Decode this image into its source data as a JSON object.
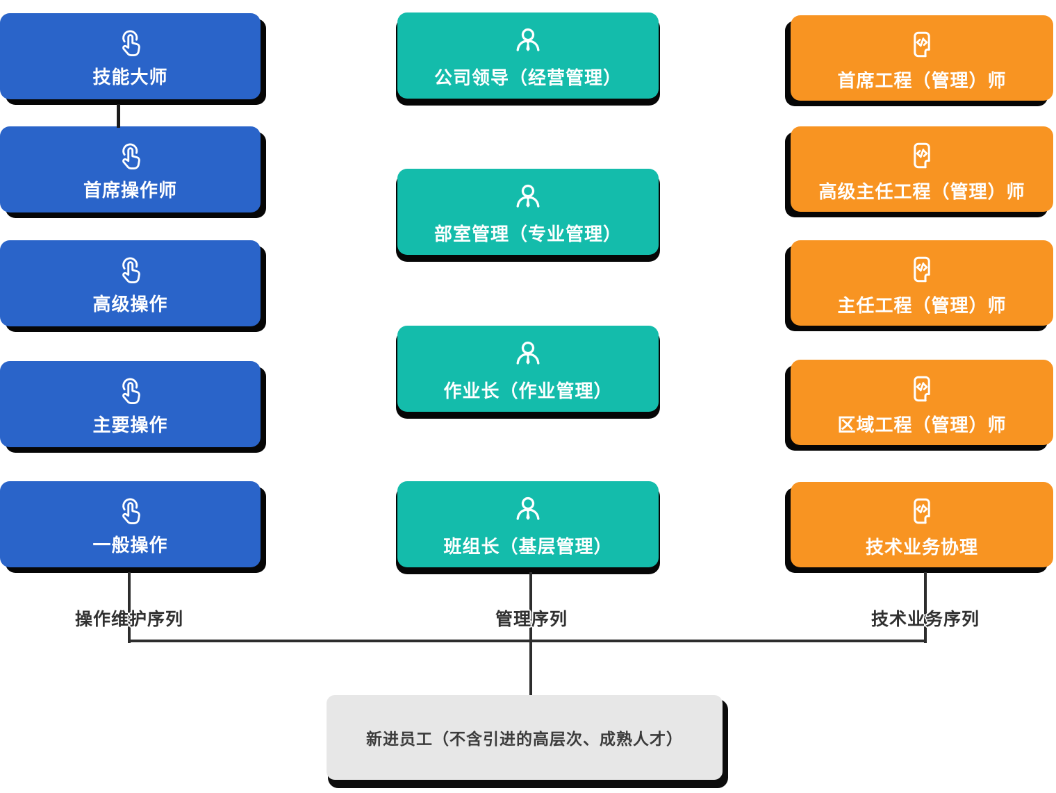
{
  "diagram": {
    "columns": [
      {
        "sequence_label": "操作维护序列",
        "icon": "tap-icon",
        "color": "#2A64C9",
        "boxes": [
          "技能大师",
          "首席操作师",
          "高级操作",
          "主要操作",
          "一般操作"
        ]
      },
      {
        "sequence_label": "管理序列",
        "icon": "person-icon",
        "color": "#14BCAB",
        "boxes": [
          "公司领导（经营管理）",
          "部室管理（专业管理）",
          "作业长（作业管理）",
          "班组长（基层管理）"
        ]
      },
      {
        "sequence_label": "技术业务序列",
        "icon": "code-document-icon",
        "color": "#F89422",
        "boxes": [
          "首席工程（管理）师",
          "高级主任工程（管理）师",
          "主任工程（管理）师",
          "区域工程（管理）师",
          "技术业务协理"
        ]
      }
    ],
    "entry_box": {
      "label": "新进员工（不含引进的高层次、成熟人才）",
      "color": "#E7E7E7"
    },
    "shadow_color": "#060606",
    "line_color": "#2d2d2d"
  }
}
